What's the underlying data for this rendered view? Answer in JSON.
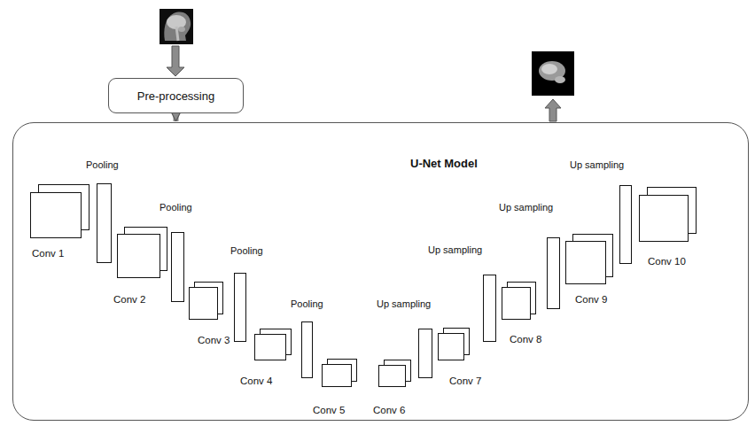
{
  "diagram": {
    "nodes": [
      {
        "text": [
          "Pre-processing"
        ]
      },
      {
        "text": [
          "U-Net Model"
        ]
      },
      {
        "text": [
          "Conv 1"
        ],
        "in": 1
      },
      {
        "text": [
          "Conv 2"
        ],
        "in": 1
      },
      {
        "text": [
          "Conv 3"
        ],
        "in": 1
      },
      {
        "text": [
          "Conv 4"
        ],
        "in": 1
      },
      {
        "text": [
          "Conv 5"
        ],
        "in": 1
      },
      {
        "text": [
          "Conv 6"
        ],
        "in": 1
      },
      {
        "text": [
          "Conv 7"
        ],
        "in": 1
      },
      {
        "text": [
          "Conv 8"
        ],
        "in": 1
      },
      {
        "text": [
          "Conv 9"
        ],
        "in": 1
      },
      {
        "text": [
          "Conv 10"
        ],
        "in": 1
      }
    ],
    "edges": [
      {
        "from": 0,
        "to": 1,
        "arrow": "to"
      }
    ],
    "labels": [
      "Pooling",
      "Pooling",
      "Pooling",
      "Pooling",
      "Up sampling",
      "Up sampling",
      "Up sampling",
      "Up sampling"
    ]
  }
}
